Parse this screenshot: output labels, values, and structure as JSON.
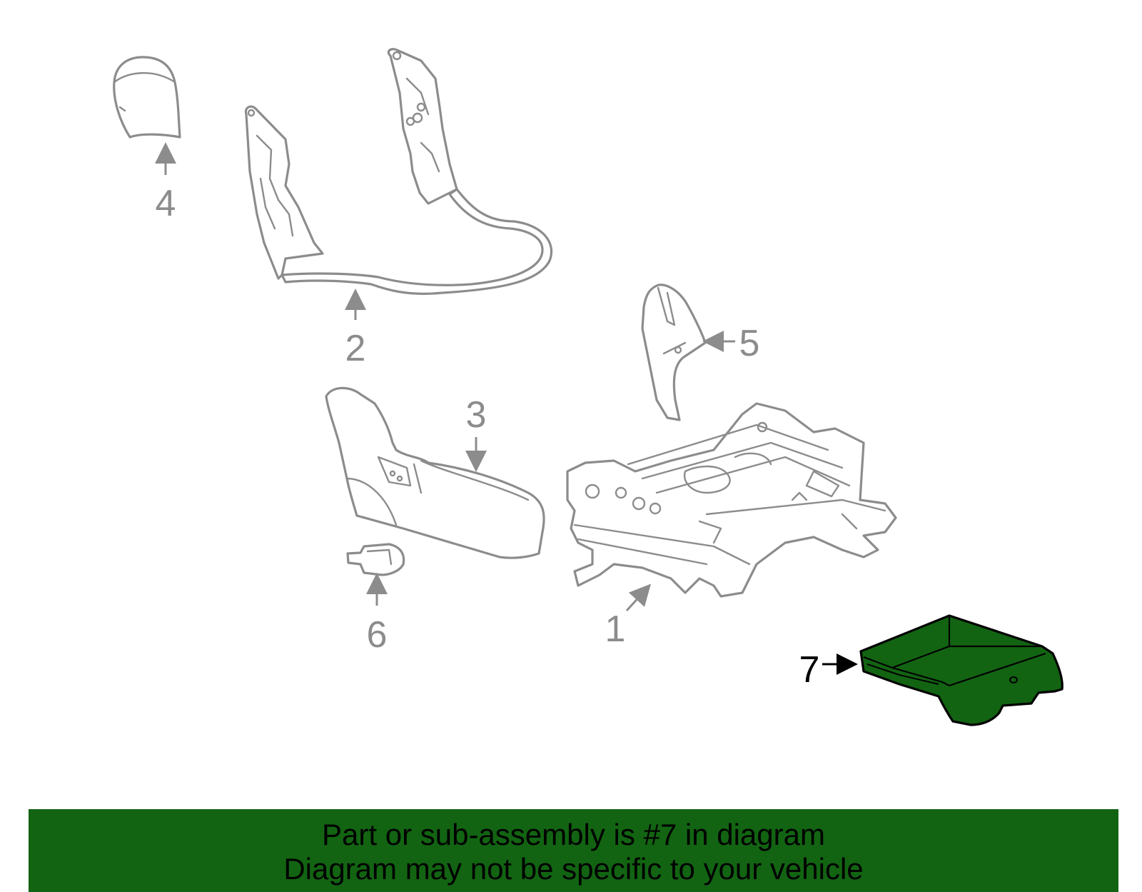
{
  "callouts": [
    {
      "id": "1",
      "label": "1",
      "highlighted": false
    },
    {
      "id": "2",
      "label": "2",
      "highlighted": false
    },
    {
      "id": "3",
      "label": "3",
      "highlighted": false
    },
    {
      "id": "4",
      "label": "4",
      "highlighted": false
    },
    {
      "id": "5",
      "label": "5",
      "highlighted": false
    },
    {
      "id": "6",
      "label": "6",
      "highlighted": false
    },
    {
      "id": "7",
      "label": "7",
      "highlighted": true
    }
  ],
  "banner": {
    "line1": "Part or sub-assembly is #7 in diagram",
    "line2": "Diagram may not be specific to your vehicle"
  },
  "colors": {
    "highlight": "#126412",
    "part_outline": "#8c8c8c",
    "highlight_outline": "#000000",
    "background": "#ffffff"
  }
}
